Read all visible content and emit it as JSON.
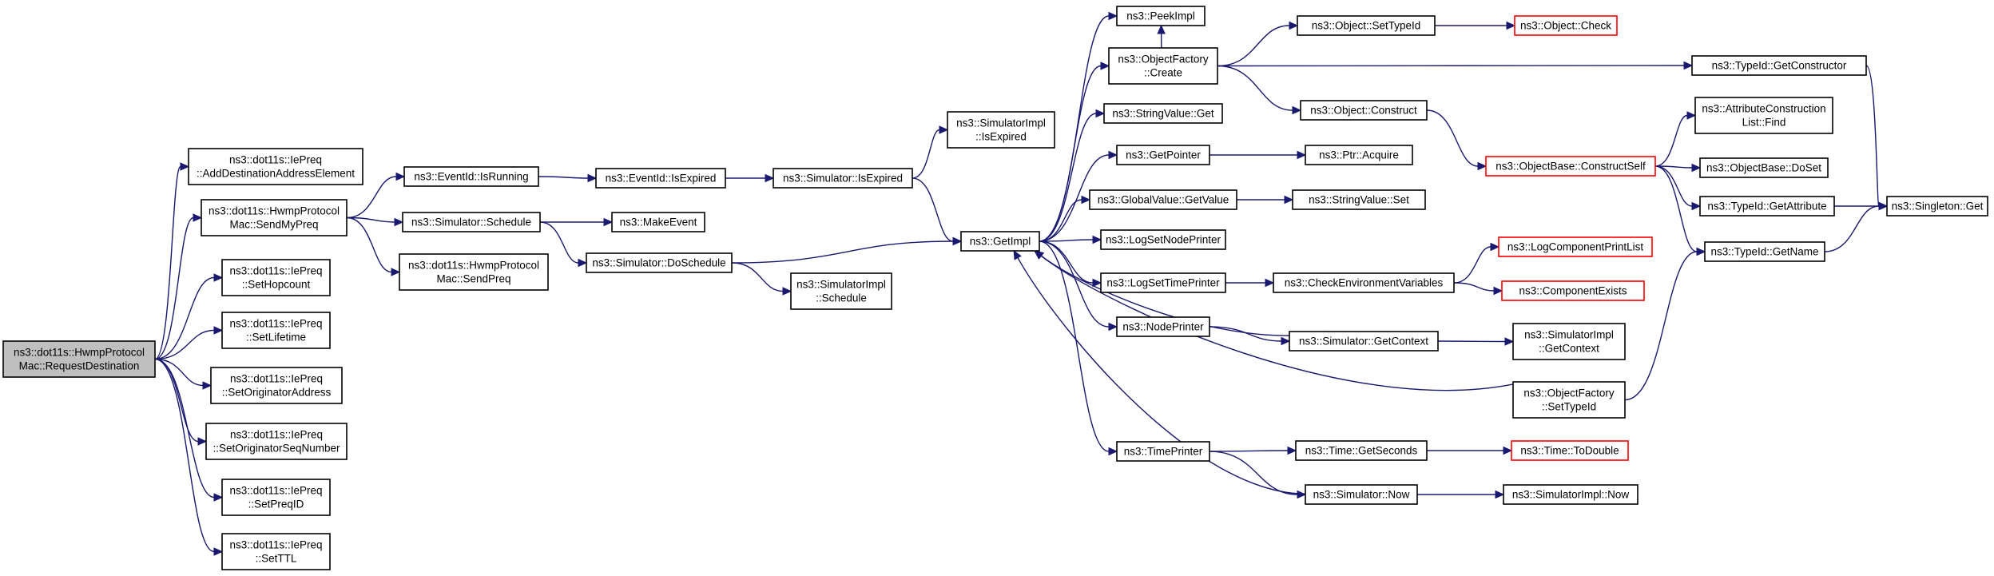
{
  "colors": {
    "edge": "#191970",
    "border_default": "#000000",
    "border_truncated": "#ff0000",
    "root_fill": "#bfbfbf",
    "node_fill": "#ffffff"
  },
  "nodes": [
    {
      "id": "root",
      "lines": [
        "ns3::dot11s::HwmpProtocol",
        "Mac::RequestDestination"
      ],
      "style": "root"
    },
    {
      "id": "addDest",
      "lines": [
        "ns3::dot11s::IePreq",
        "::AddDestinationAddressElement"
      ],
      "style": "normal"
    },
    {
      "id": "sendMyPreq",
      "lines": [
        "ns3::dot11s::HwmpProtocol",
        "Mac::SendMyPreq"
      ],
      "style": "normal"
    },
    {
      "id": "setHopcount",
      "lines": [
        "ns3::dot11s::IePreq",
        "::SetHopcount"
      ],
      "style": "normal"
    },
    {
      "id": "setLifetime",
      "lines": [
        "ns3::dot11s::IePreq",
        "::SetLifetime"
      ],
      "style": "normal"
    },
    {
      "id": "setOrigAddr",
      "lines": [
        "ns3::dot11s::IePreq",
        "::SetOriginatorAddress"
      ],
      "style": "normal"
    },
    {
      "id": "setOrigSeq",
      "lines": [
        "ns3::dot11s::IePreq",
        "::SetOriginatorSeqNumber"
      ],
      "style": "normal"
    },
    {
      "id": "setPreqID",
      "lines": [
        "ns3::dot11s::IePreq",
        "::SetPreqID"
      ],
      "style": "normal"
    },
    {
      "id": "setTTL",
      "lines": [
        "ns3::dot11s::IePreq",
        "::SetTTL"
      ],
      "style": "normal"
    },
    {
      "id": "eventIsRunning",
      "lines": [
        "ns3::EventId::IsRunning"
      ],
      "style": "normal"
    },
    {
      "id": "simSchedule",
      "lines": [
        "ns3::Simulator::Schedule"
      ],
      "style": "normal"
    },
    {
      "id": "sendPreq",
      "lines": [
        "ns3::dot11s::HwmpProtocol",
        "Mac::SendPreq"
      ],
      "style": "normal"
    },
    {
      "id": "eventIsExpired",
      "lines": [
        "ns3::EventId::IsExpired"
      ],
      "style": "normal"
    },
    {
      "id": "makeEvent",
      "lines": [
        "ns3::MakeEvent"
      ],
      "style": "normal"
    },
    {
      "id": "doSchedule",
      "lines": [
        "ns3::Simulator::DoSchedule"
      ],
      "style": "normal"
    },
    {
      "id": "simIsExpired",
      "lines": [
        "ns3::Simulator::IsExpired"
      ],
      "style": "normal"
    },
    {
      "id": "implSchedule",
      "lines": [
        "ns3::SimulatorImpl",
        "::Schedule"
      ],
      "style": "normal"
    },
    {
      "id": "implIsExpired",
      "lines": [
        "ns3::SimulatorImpl",
        "::IsExpired"
      ],
      "style": "normal"
    },
    {
      "id": "getImpl",
      "lines": [
        "ns3::GetImpl"
      ],
      "style": "normal"
    },
    {
      "id": "peekImpl",
      "lines": [
        "ns3::PeekImpl"
      ],
      "style": "normal"
    },
    {
      "id": "factoryCreate",
      "lines": [
        "ns3::ObjectFactory",
        "::Create"
      ],
      "style": "normal"
    },
    {
      "id": "stringValueGet",
      "lines": [
        "ns3::StringValue::Get"
      ],
      "style": "normal"
    },
    {
      "id": "getPointer",
      "lines": [
        "ns3::GetPointer"
      ],
      "style": "normal"
    },
    {
      "id": "globalValueGet",
      "lines": [
        "ns3::GlobalValue::GetValue"
      ],
      "style": "normal"
    },
    {
      "id": "logSetNodePrinter",
      "lines": [
        "ns3::LogSetNodePrinter"
      ],
      "style": "normal"
    },
    {
      "id": "logSetTimePrinter",
      "lines": [
        "ns3::LogSetTimePrinter"
      ],
      "style": "normal"
    },
    {
      "id": "nodePrinter",
      "lines": [
        "ns3::NodePrinter"
      ],
      "style": "normal"
    },
    {
      "id": "timePrinter",
      "lines": [
        "ns3::TimePrinter"
      ],
      "style": "normal"
    },
    {
      "id": "setTypeIdObj",
      "lines": [
        "ns3::Object::SetTypeId"
      ],
      "style": "normal"
    },
    {
      "id": "objectConstruct",
      "lines": [
        "ns3::Object::Construct"
      ],
      "style": "normal"
    },
    {
      "id": "ptrAcquire",
      "lines": [
        "ns3::Ptr::Acquire"
      ],
      "style": "normal"
    },
    {
      "id": "stringValueSet",
      "lines": [
        "ns3::StringValue::Set"
      ],
      "style": "normal"
    },
    {
      "id": "checkEnvVars",
      "lines": [
        "ns3::CheckEnvironmentVariables"
      ],
      "style": "normal"
    },
    {
      "id": "simGetContext",
      "lines": [
        "ns3::Simulator::GetContext"
      ],
      "style": "normal"
    },
    {
      "id": "timeGetSeconds",
      "lines": [
        "ns3::Time::GetSeconds"
      ],
      "style": "normal"
    },
    {
      "id": "simNow",
      "lines": [
        "ns3::Simulator::Now"
      ],
      "style": "normal"
    },
    {
      "id": "objectCheck",
      "lines": [
        "ns3::Object::Check"
      ],
      "style": "truncated"
    },
    {
      "id": "constructSelf",
      "lines": [
        "ns3::ObjectBase::ConstructSelf"
      ],
      "style": "truncated"
    },
    {
      "id": "logComponentPrintList",
      "lines": [
        "ns3::LogComponentPrintList"
      ],
      "style": "truncated"
    },
    {
      "id": "componentExists",
      "lines": [
        "ns3::ComponentExists"
      ],
      "style": "truncated"
    },
    {
      "id": "implGetContext",
      "lines": [
        "ns3::SimulatorImpl",
        "::GetContext"
      ],
      "style": "normal"
    },
    {
      "id": "factorySetTypeId",
      "lines": [
        "ns3::ObjectFactory",
        "::SetTypeId"
      ],
      "style": "normal"
    },
    {
      "id": "timeToDouble",
      "lines": [
        "ns3::Time::ToDouble"
      ],
      "style": "truncated"
    },
    {
      "id": "implNow",
      "lines": [
        "ns3::SimulatorImpl::Now"
      ],
      "style": "normal"
    },
    {
      "id": "getConstructor",
      "lines": [
        "ns3::TypeId::GetConstructor"
      ],
      "style": "normal"
    },
    {
      "id": "attrListFind",
      "lines": [
        "ns3::AttributeConstruction",
        "List::Find"
      ],
      "style": "normal"
    },
    {
      "id": "objectBaseDoSet",
      "lines": [
        "ns3::ObjectBase::DoSet"
      ],
      "style": "normal"
    },
    {
      "id": "typeIdGetAttribute",
      "lines": [
        "ns3::TypeId::GetAttribute"
      ],
      "style": "normal"
    },
    {
      "id": "typeIdGetName",
      "lines": [
        "ns3::TypeId::GetName"
      ],
      "style": "normal"
    },
    {
      "id": "singletonGet",
      "lines": [
        "ns3::Singleton::Get"
      ],
      "style": "normal"
    }
  ],
  "edges": [
    [
      "root",
      "addDest"
    ],
    [
      "root",
      "sendMyPreq"
    ],
    [
      "root",
      "setHopcount"
    ],
    [
      "root",
      "setLifetime"
    ],
    [
      "root",
      "setOrigAddr"
    ],
    [
      "root",
      "setOrigSeq"
    ],
    [
      "root",
      "setPreqID"
    ],
    [
      "root",
      "setTTL"
    ],
    [
      "sendMyPreq",
      "eventIsRunning"
    ],
    [
      "sendMyPreq",
      "simSchedule"
    ],
    [
      "sendMyPreq",
      "sendPreq"
    ],
    [
      "eventIsRunning",
      "eventIsExpired"
    ],
    [
      "eventIsExpired",
      "simIsExpired"
    ],
    [
      "simSchedule",
      "makeEvent"
    ],
    [
      "simSchedule",
      "doSchedule"
    ],
    [
      "doSchedule",
      "getImpl"
    ],
    [
      "doSchedule",
      "implSchedule"
    ],
    [
      "simIsExpired",
      "implIsExpired"
    ],
    [
      "simIsExpired",
      "getImpl"
    ],
    [
      "getImpl",
      "peekImpl"
    ],
    [
      "getImpl",
      "factoryCreate"
    ],
    [
      "getImpl",
      "stringValueGet"
    ],
    [
      "getImpl",
      "getPointer"
    ],
    [
      "getImpl",
      "globalValueGet"
    ],
    [
      "getImpl",
      "logSetNodePrinter"
    ],
    [
      "getImpl",
      "logSetTimePrinter"
    ],
    [
      "getImpl",
      "nodePrinter"
    ],
    [
      "getImpl",
      "timePrinter"
    ],
    [
      "factoryCreate",
      "peekImpl"
    ],
    [
      "factoryCreate",
      "setTypeIdObj"
    ],
    [
      "factoryCreate",
      "objectConstruct"
    ],
    [
      "factoryCreate",
      "getConstructor"
    ],
    [
      "setTypeIdObj",
      "objectCheck"
    ],
    [
      "objectConstruct",
      "constructSelf"
    ],
    [
      "getPointer",
      "ptrAcquire"
    ],
    [
      "globalValueGet",
      "stringValueSet"
    ],
    [
      "logSetTimePrinter",
      "checkEnvVars"
    ],
    [
      "checkEnvVars",
      "logComponentPrintList"
    ],
    [
      "checkEnvVars",
      "componentExists"
    ],
    [
      "nodePrinter",
      "simGetContext"
    ],
    [
      "simGetContext",
      "implGetContext"
    ],
    [
      "simGetContext",
      "getImpl"
    ],
    [
      "factorySetTypeId",
      "getImpl"
    ],
    [
      "factorySetTypeId",
      "typeIdGetName"
    ],
    [
      "timePrinter",
      "timeGetSeconds"
    ],
    [
      "timePrinter",
      "simNow"
    ],
    [
      "timeGetSeconds",
      "timeToDouble"
    ],
    [
      "simNow",
      "implNow"
    ],
    [
      "simNow",
      "getImpl"
    ],
    [
      "constructSelf",
      "attrListFind"
    ],
    [
      "constructSelf",
      "objectBaseDoSet"
    ],
    [
      "constructSelf",
      "typeIdGetAttribute"
    ],
    [
      "constructSelf",
      "typeIdGetName"
    ],
    [
      "getConstructor",
      "singletonGet"
    ],
    [
      "typeIdGetAttribute",
      "singletonGet"
    ],
    [
      "typeIdGetName",
      "singletonGet"
    ]
  ]
}
